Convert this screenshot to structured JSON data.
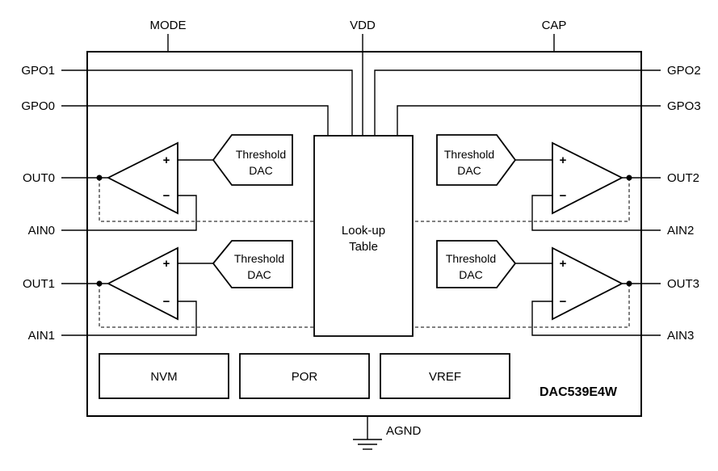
{
  "pins": {
    "mode": "MODE",
    "vdd": "VDD",
    "cap": "CAP",
    "gpo0": "GPO0",
    "gpo1": "GPO1",
    "gpo2": "GPO2",
    "gpo3": "GPO3",
    "out0": "OUT0",
    "out1": "OUT1",
    "out2": "OUT2",
    "out3": "OUT3",
    "ain0": "AIN0",
    "ain1": "AIN1",
    "ain2": "AIN2",
    "ain3": "AIN3",
    "agnd": "AGND"
  },
  "blocks": {
    "lut_line1": "Look-up",
    "lut_line2": "Table",
    "nvm": "NVM",
    "por": "POR",
    "vref": "VREF"
  },
  "dac": {
    "line1": "Threshold",
    "line2": "DAC"
  },
  "signs": {
    "plus": "+",
    "minus": "−"
  },
  "device_name": "DAC539E4W"
}
